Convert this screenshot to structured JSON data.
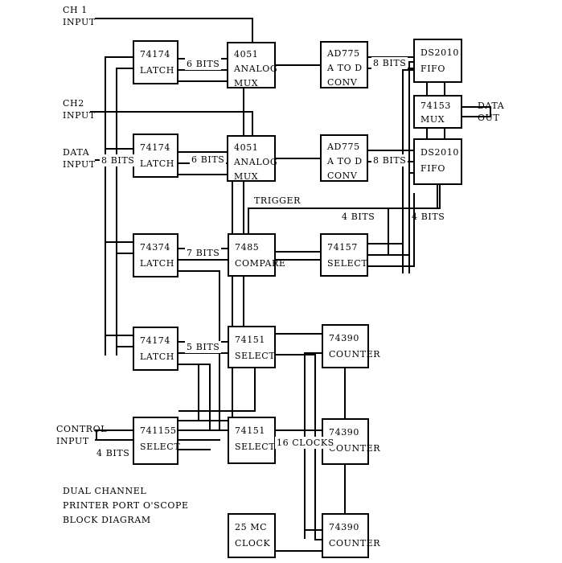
{
  "diagram": {
    "title_lines": [
      "DUAL CHANNEL",
      "PRINTER PORT O'SCOPE",
      "BLOCK DIAGRAM"
    ],
    "blocks": [
      {
        "id": "latch_ch1",
        "part": "74174",
        "func": "LATCH"
      },
      {
        "id": "mux_ch1",
        "part": "4051",
        "func": "ANALOG",
        "func2": "MUX"
      },
      {
        "id": "adc_ch1",
        "part": "AD775",
        "func": "A TO D",
        "func2": "CONV"
      },
      {
        "id": "fifo_ch1",
        "part": "DS2010",
        "func": "FIFO"
      },
      {
        "id": "mux_out",
        "part": "74153",
        "func": "MUX"
      },
      {
        "id": "latch_ch2",
        "part": "74174",
        "func": "LATCH"
      },
      {
        "id": "mux_ch2",
        "part": "4051",
        "func": "ANALOG",
        "func2": "MUX"
      },
      {
        "id": "adc_ch2",
        "part": "AD775",
        "func": "A TO D",
        "func2": "CONV"
      },
      {
        "id": "fifo_ch2",
        "part": "DS2010",
        "func": "FIFO"
      },
      {
        "id": "latch_trig",
        "part": "74374",
        "func": "LATCH"
      },
      {
        "id": "compare",
        "part": "7485",
        "func": "COMPARE"
      },
      {
        "id": "select_trig",
        "part": "74157",
        "func": "SELECT"
      },
      {
        "id": "latch_ctl",
        "part": "74174",
        "func": "LATCH"
      },
      {
        "id": "select_a",
        "part": "74151",
        "func": "SELECT"
      },
      {
        "id": "counter_a",
        "part": "74390",
        "func": "COUNTER"
      },
      {
        "id": "select_ctl",
        "part": "741155",
        "func": "SELECT"
      },
      {
        "id": "select_b",
        "part": "74151",
        "func": "SELECT"
      },
      {
        "id": "counter_b",
        "part": "74390",
        "func": "COUNTER"
      },
      {
        "id": "clock",
        "part": "25 MC",
        "func": "CLOCK"
      },
      {
        "id": "counter_c",
        "part": "74390",
        "func": "COUNTER"
      }
    ],
    "io_labels": {
      "ch1_input_1": "CH 1",
      "ch1_input_2": "INPUT",
      "ch2_input_1": "CH2",
      "ch2_input_2": "INPUT",
      "data_input_1": "DATA",
      "data_input_2": "INPUT",
      "control_input_1": "CONTROL",
      "control_input_2": "INPUT",
      "data_out_1": "DATA",
      "data_out_2": "OUT"
    },
    "bus_labels": {
      "data_bus_8bits": "8 BITS",
      "ch1_6bits": "6 BITS",
      "ch2_6bits": "6 BITS",
      "adc1_8bits": "8 BITS",
      "adc2_8bits": "8 BITS",
      "trigger": "TRIGGER",
      "trig_7bits": "7 BITS",
      "sel_4bits_left": "4 BITS",
      "sel_4bits_right": "4 BITS",
      "latch_5bits": "5 BITS",
      "control_4bits": "4 BITS",
      "clocks_16": "16 CLOCKS"
    }
  }
}
